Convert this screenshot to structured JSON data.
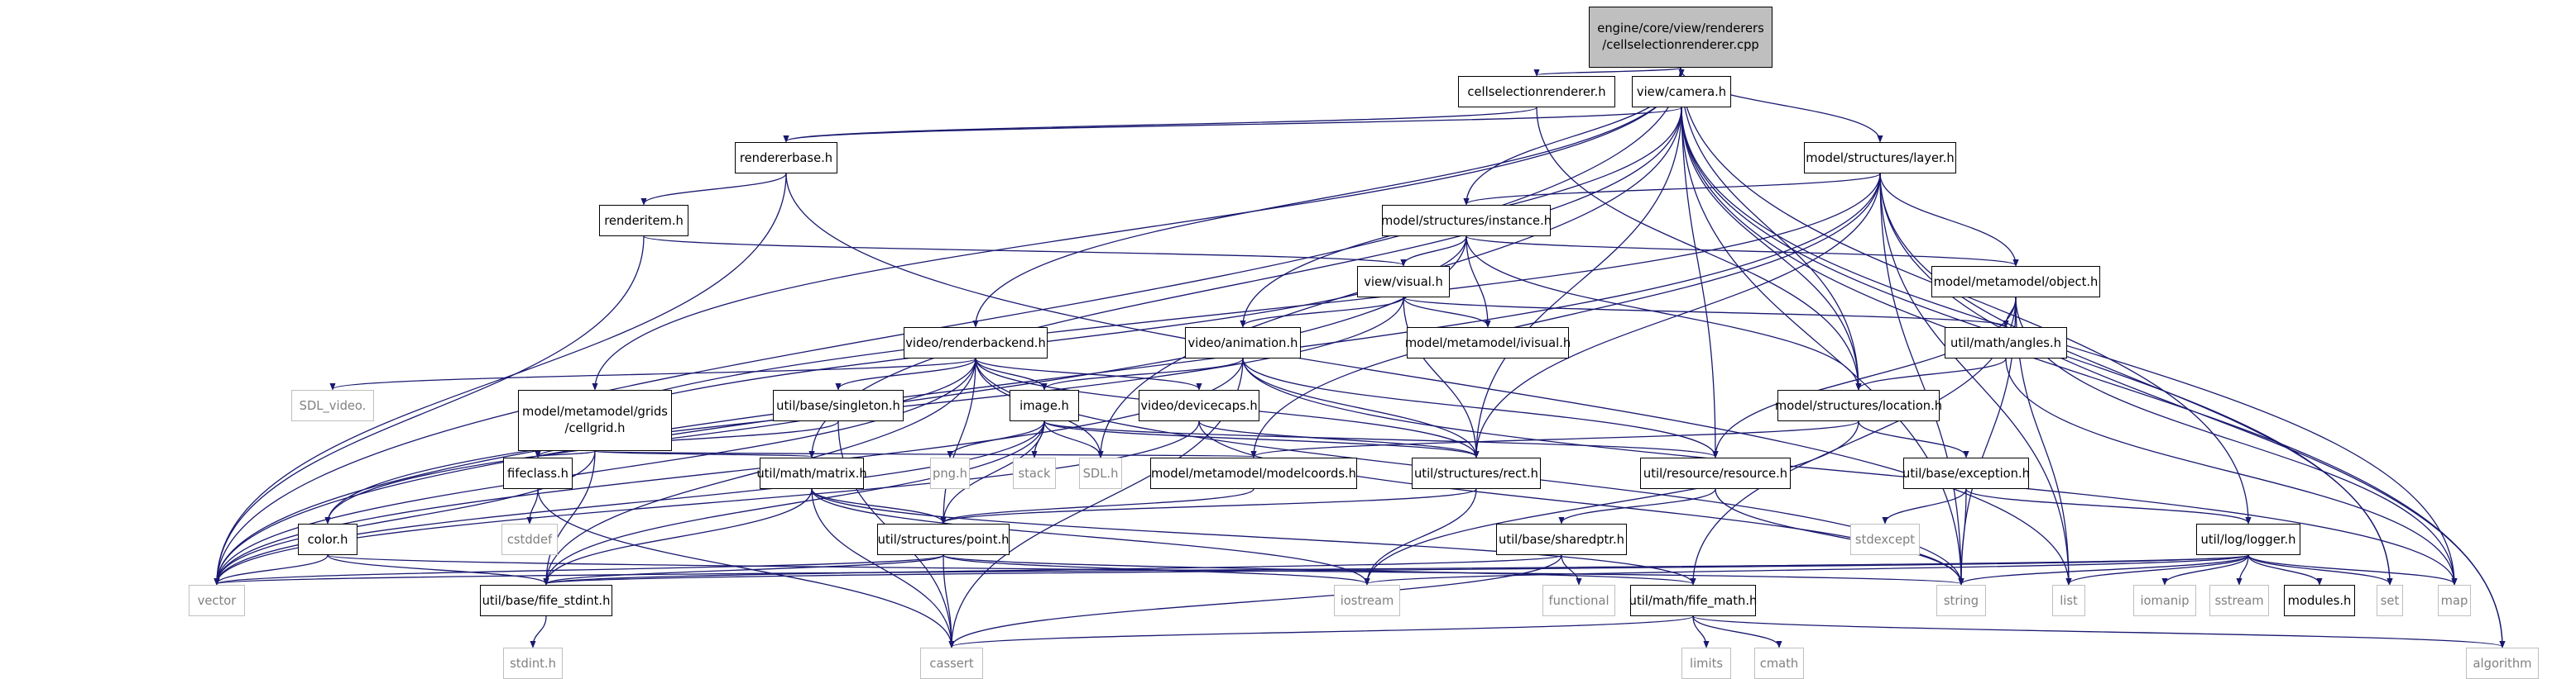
{
  "graph": {
    "title": "engine/core/view/renderers/cellselectionrenderer.cpp",
    "colors": {
      "edge": "#191970",
      "root_fill": "#bfbfbf",
      "system_border": "#bfbfbf",
      "system_text": "#808080"
    },
    "nodes": {
      "root": "engine/core/view/renderers\n/cellselectionrenderer.cpp",
      "cellselectionrenderer_h": "cellselectionrenderer.h",
      "camera_h": "view/camera.h",
      "layer_h": "model/structures/layer.h",
      "rendererbase_h": "rendererbase.h",
      "renderitem_h": "renderitem.h",
      "instance_h": "model/structures/instance.h",
      "visual_h": "view/visual.h",
      "object_h": "model/metamodel/object.h",
      "ivisual_h": "model/metamodel/ivisual.h",
      "angles_h": "util/math/angles.h",
      "renderbackend_h": "video/renderbackend.h",
      "animation_h": "video/animation.h",
      "location_h": "model/structures/location.h",
      "sdl_video": "SDL_video.",
      "cellgrid_h": "model/metamodel/grids\n/cellgrid.h",
      "singleton_h": "util/base/singleton.h",
      "image_h": "image.h",
      "devicecaps_h": "video/devicecaps.h",
      "fifeclass_h": "fifeclass.h",
      "matrix_h": "util/math/matrix.h",
      "png_h": "png.h",
      "stack": "stack",
      "sdl_h": "SDL.h",
      "modelcoords_h": "model/metamodel/modelcoords.h",
      "rect_h": "util/structures/rect.h",
      "resource_h": "util/resource/resource.h",
      "exception_h": "util/base/exception.h",
      "cstddef": "cstddef",
      "color_h": "color.h",
      "point_h": "util/structures/point.h",
      "sharedptr_h": "util/base/sharedptr.h",
      "stdexcept": "stdexcept",
      "logger_h": "util/log/logger.h",
      "vector": "vector",
      "fife_stdint_h": "util/base/fife_stdint.h",
      "iostream": "iostream",
      "functional": "functional",
      "fife_math_h": "util/math/fife_math.h",
      "string": "string",
      "list": "list",
      "iomanip": "iomanip",
      "sstream": "sstream",
      "modules_h": "modules.h",
      "set": "set",
      "map": "map",
      "stdint_h": "stdint.h",
      "cassert": "cassert",
      "limits": "limits",
      "cmath": "cmath",
      "algorithm": "algorithm"
    }
  }
}
